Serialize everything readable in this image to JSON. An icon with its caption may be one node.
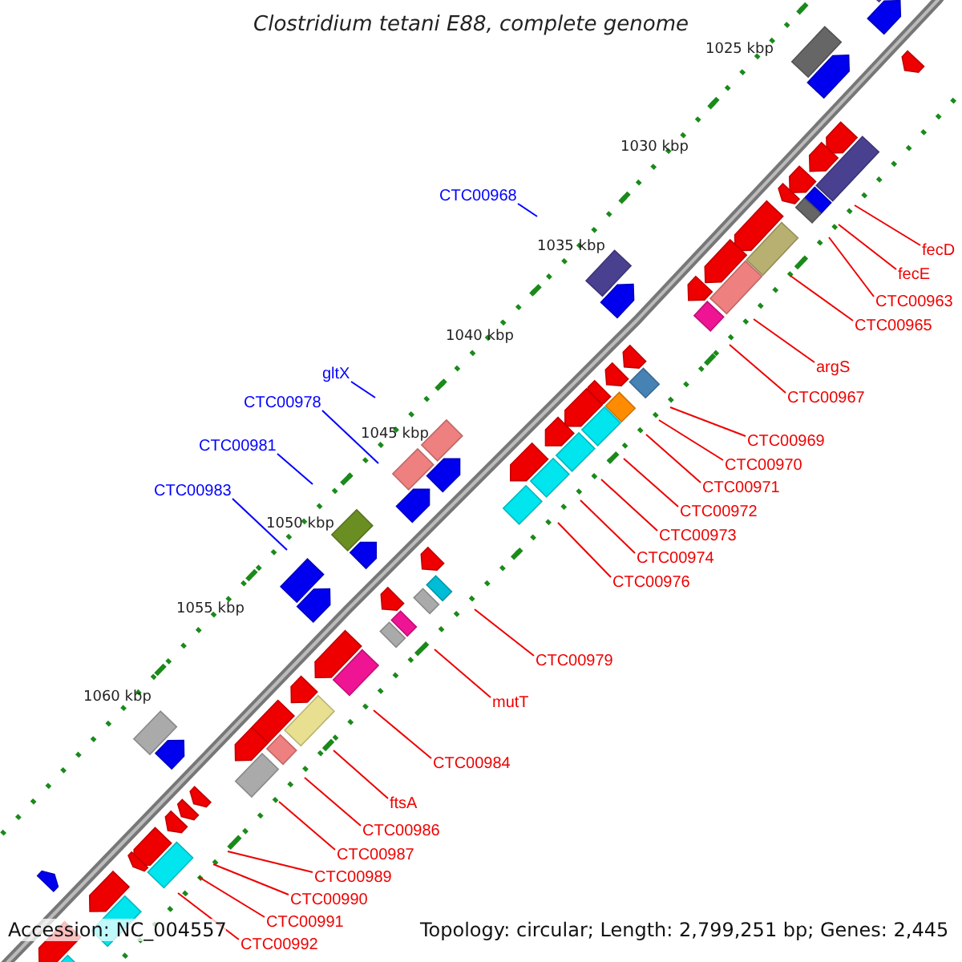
{
  "diagram": {
    "title": "Clostridium tetani E88, complete genome",
    "nodes": [
      {
        "text": [
          "CTC00968"
        ]
      },
      {
        "text": [
          "gltX"
        ]
      },
      {
        "text": [
          "CTC00978"
        ]
      },
      {
        "text": [
          "CTC00981"
        ]
      },
      {
        "text": [
          "CTC00983"
        ]
      },
      {
        "text": [
          "fecD"
        ]
      },
      {
        "text": [
          "fecE"
        ]
      },
      {
        "text": [
          "CTC00963"
        ]
      },
      {
        "text": [
          "CTC00965"
        ]
      },
      {
        "text": [
          "argS"
        ]
      },
      {
        "text": [
          "CTC00967"
        ]
      },
      {
        "text": [
          "CTC00969"
        ]
      },
      {
        "text": [
          "CTC00970"
        ]
      },
      {
        "text": [
          "CTC00971"
        ]
      },
      {
        "text": [
          "CTC00972"
        ]
      },
      {
        "text": [
          "CTC00973"
        ]
      },
      {
        "text": [
          "CTC00974"
        ]
      },
      {
        "text": [
          "CTC00976"
        ]
      },
      {
        "text": [
          "CTC00979"
        ]
      },
      {
        "text": [
          "mutT"
        ]
      },
      {
        "text": [
          "CTC00984"
        ]
      },
      {
        "text": [
          "ftsA"
        ]
      },
      {
        "text": [
          "CTC00986"
        ]
      },
      {
        "text": [
          "CTC00987"
        ]
      },
      {
        "text": [
          "CTC00989"
        ]
      },
      {
        "text": [
          "CTC00990"
        ]
      },
      {
        "text": [
          "CTC00991"
        ]
      },
      {
        "text": [
          "CTC00992"
        ]
      }
    ],
    "edges": [
      {
        "from": 0,
        "to": null,
        "arrow": "none",
        "color": "#0000ff"
      },
      {
        "from": 1,
        "to": null,
        "arrow": "none",
        "color": "#0000ff"
      },
      {
        "from": 2,
        "to": null,
        "arrow": "none",
        "color": "#0000ff"
      },
      {
        "from": 3,
        "to": null,
        "arrow": "none",
        "color": "#0000ff"
      },
      {
        "from": 4,
        "to": null,
        "arrow": "none",
        "color": "#0000ff"
      },
      {
        "from": 5,
        "to": null,
        "arrow": "none"
      },
      {
        "from": 6,
        "to": null,
        "arrow": "none"
      },
      {
        "from": 7,
        "to": null,
        "arrow": "none"
      },
      {
        "from": 8,
        "to": null,
        "arrow": "none"
      },
      {
        "from": 9,
        "to": null,
        "arrow": "none"
      },
      {
        "from": 10,
        "to": null,
        "arrow": "none"
      },
      {
        "from": 11,
        "to": null,
        "arrow": "none"
      },
      {
        "from": 12,
        "to": null,
        "arrow": "none"
      },
      {
        "from": 13,
        "to": null,
        "arrow": "none"
      },
      {
        "from": 14,
        "to": null,
        "arrow": "none"
      },
      {
        "from": 15,
        "to": null,
        "arrow": "none"
      },
      {
        "from": 16,
        "to": null,
        "arrow": "none"
      },
      {
        "from": 17,
        "to": null,
        "arrow": "none"
      },
      {
        "from": 18,
        "to": null,
        "arrow": "none"
      },
      {
        "from": 19,
        "to": null,
        "arrow": "none"
      },
      {
        "from": 20,
        "to": null,
        "arrow": "none"
      },
      {
        "from": 21,
        "to": null,
        "arrow": "none"
      },
      {
        "from": 22,
        "to": null,
        "arrow": "none"
      },
      {
        "from": 23,
        "to": null,
        "arrow": "none"
      },
      {
        "from": 24,
        "to": null,
        "arrow": "none"
      },
      {
        "from": 25,
        "to": null,
        "arrow": "none"
      },
      {
        "from": 26,
        "to": null,
        "arrow": "none"
      },
      {
        "from": 27,
        "to": null,
        "arrow": "none"
      }
    ],
    "labels": [
      "1025 kbp",
      "1030 kbp",
      "1035 kbp",
      "1040 kbp",
      "1045 kbp",
      "1050 kbp",
      "1055 kbp",
      "1060 kbp",
      "Accession: NC_004557",
      "Topology: circular; Length: 2,799,251 bp; Genes: 2,445"
    ]
  }
}
